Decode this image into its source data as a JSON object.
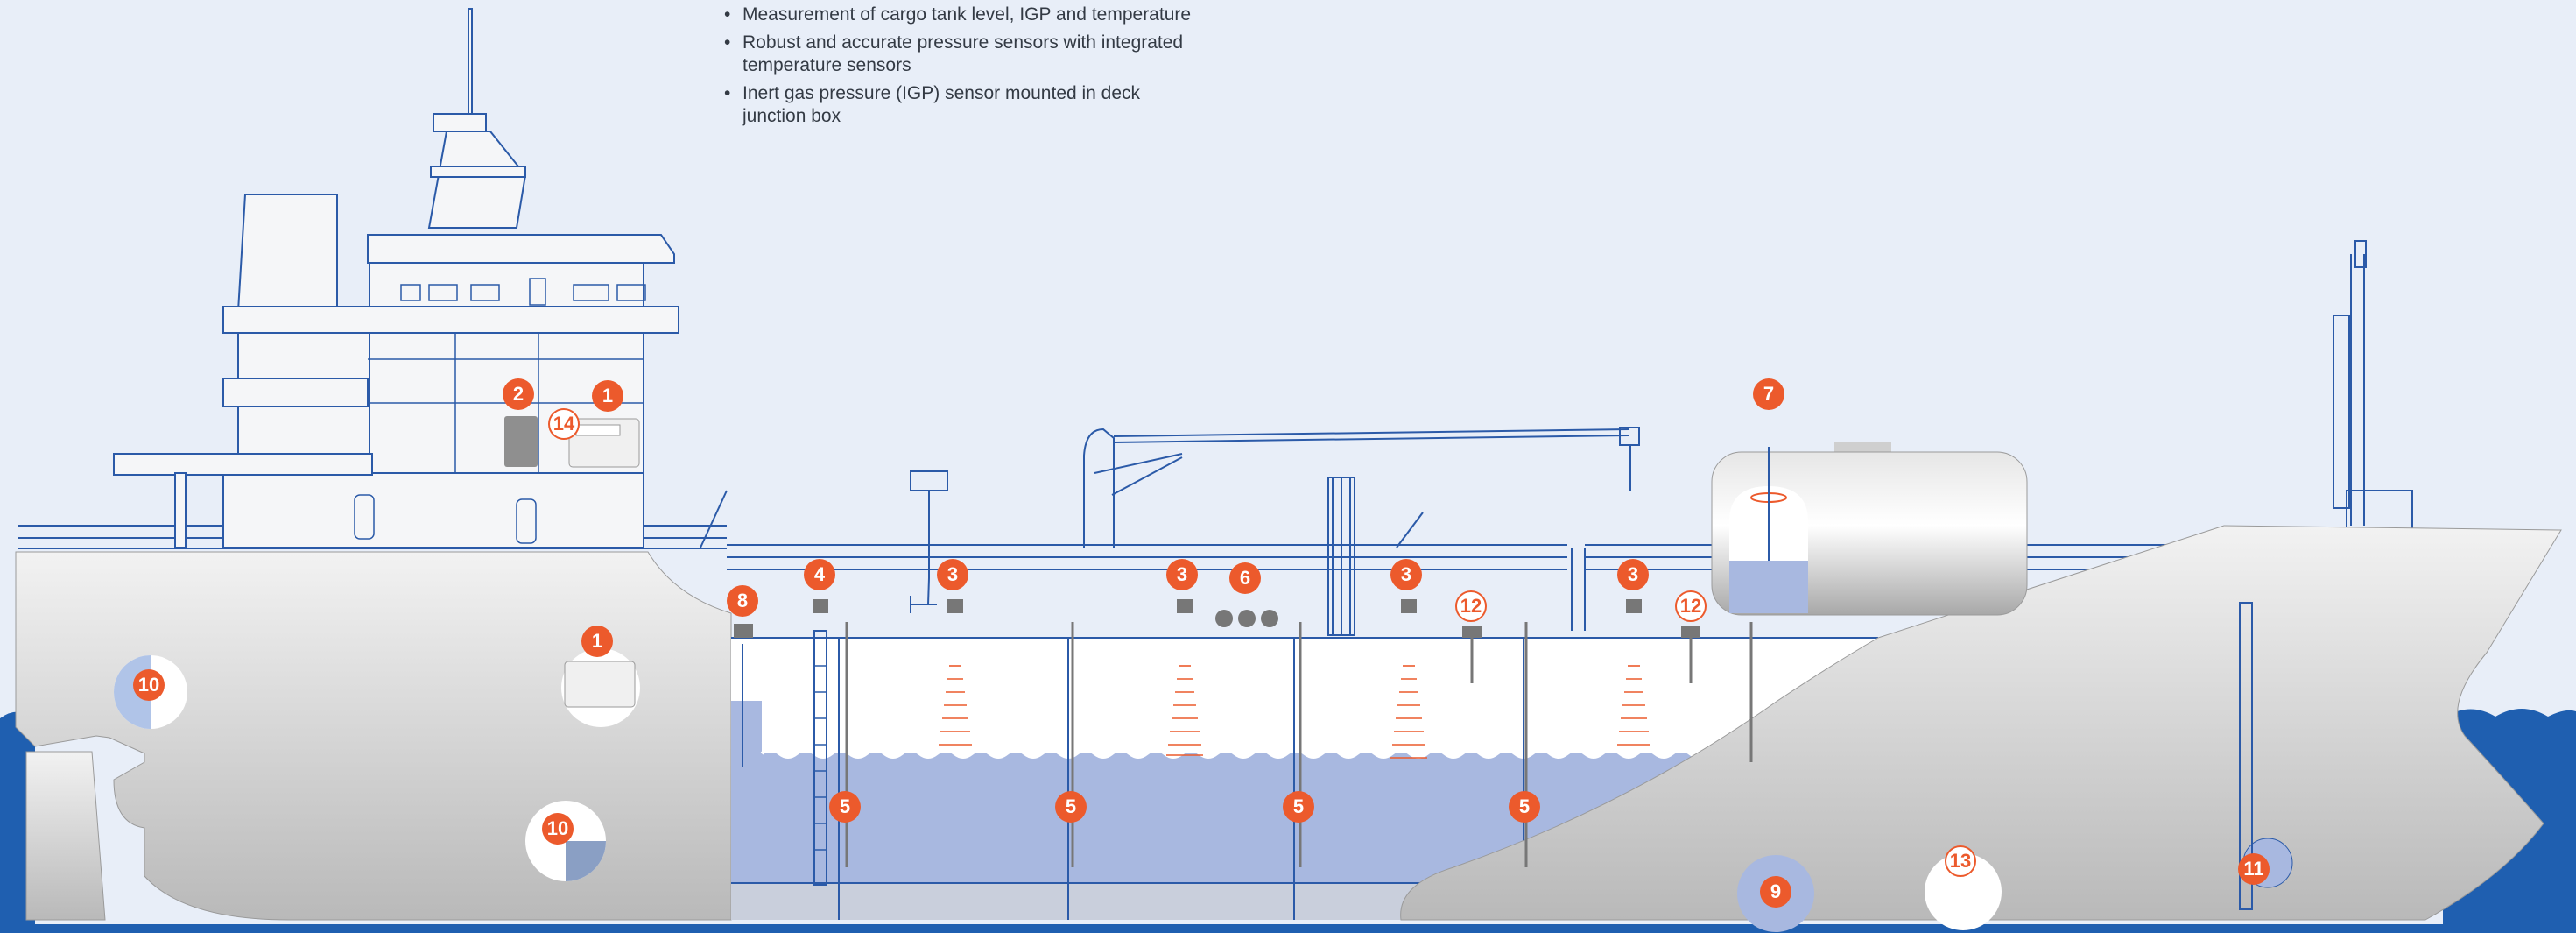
{
  "features": [
    "Measurement of cargo tank level, IGP and temperature",
    "Robust and accurate pressure sensors with integrated temperature sensors",
    "Inert gas pressure (IGP) sensor mounted in deck junction box"
  ],
  "callouts": {
    "c1_bridge": "1",
    "c1_engine": "1",
    "c2": "2",
    "c3_a": "3",
    "c3_b": "3",
    "c3_c": "3",
    "c3_d": "3",
    "c4": "4",
    "c5_a": "5",
    "c5_b": "5",
    "c5_c": "5",
    "c5_d": "5",
    "c6": "6",
    "c7": "7",
    "c8": "8",
    "c9": "9",
    "c10_a": "10",
    "c10_b": "10",
    "c11": "11",
    "c12_a": "12",
    "c12_b": "12",
    "c13": "13",
    "c14": "14"
  },
  "colors": {
    "background": "#e8eef8",
    "sea": "#1f5fb0",
    "line": "#2b5aa8",
    "liquid": "#a8b8e0",
    "accent": "#ec5a2c",
    "hull": "#c8c8c8"
  }
}
